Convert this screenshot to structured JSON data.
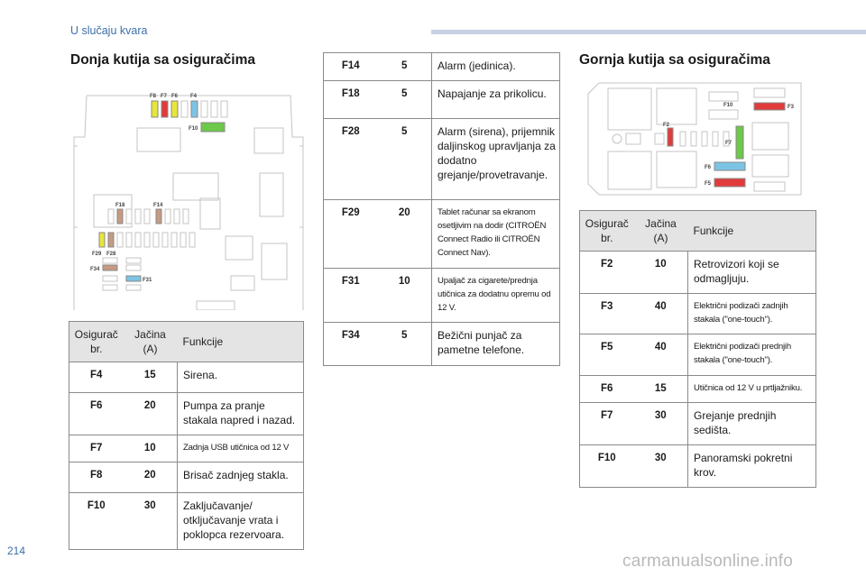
{
  "header": {
    "section": "U slučaju kvara"
  },
  "page": {
    "number": "214",
    "watermark": "carmanualsonline.info"
  },
  "lower_box": {
    "title": "Donja kutija sa osiguračima",
    "diagram_labels": {
      "f8": "F8",
      "f7": "F7",
      "f6": "F6",
      "f4": "F4",
      "f10": "F10",
      "f18": "F18",
      "f14": "F14",
      "f29": "F29",
      "f28": "F28",
      "f34": "F34",
      "f31": "F31"
    },
    "table_header": {
      "fuse": "Osigurač br.",
      "amp": "Jačina (A)",
      "func": "Funkcije"
    },
    "rows": [
      {
        "id": "F4",
        "amp": "15",
        "func": "Sirena."
      },
      {
        "id": "F6",
        "amp": "20",
        "func": "Pumpa za pranje stakala napred i nazad."
      },
      {
        "id": "F7",
        "amp": "10",
        "func": "Zadnja USB utičnica od 12 V"
      },
      {
        "id": "F8",
        "amp": "20",
        "func": "Brisač zadnjeg stakla."
      },
      {
        "id": "F10",
        "amp": "30",
        "func": "Zaključavanje/ otključavanje vrata i poklopca rezervoara."
      }
    ],
    "rows_cont": [
      {
        "id": "F14",
        "amp": "5",
        "func": "Alarm (jedinica)."
      },
      {
        "id": "F18",
        "amp": "5",
        "func": "Napajanje za prikolicu."
      },
      {
        "id": "F28",
        "amp": "5",
        "func": "Alarm (sirena), prijemnik daljinskog upravljanja za dodatno grejanje/provetravanje."
      },
      {
        "id": "F29",
        "amp": "20",
        "func": "Tablet računar sa ekranom osetljivim na dodir (CITROËN Connect Radio ili CITROËN Connect Nav)."
      },
      {
        "id": "F31",
        "amp": "10",
        "func": "Upaljač za cigarete/prednja utičnica za dodatnu opremu od 12 V."
      },
      {
        "id": "F34",
        "amp": "5",
        "func": "Bežični punjač za pametne telefone."
      }
    ]
  },
  "upper_box": {
    "title": "Gornja kutija sa osiguračima",
    "diagram_labels": {
      "f10": "F10",
      "f3": "F3",
      "f2": "F2",
      "f7": "F7",
      "f6": "F6",
      "f5": "F5"
    },
    "table_header": {
      "fuse": "Osigurač br.",
      "amp": "Jačina (A)",
      "func": "Funkcije"
    },
    "rows": [
      {
        "id": "F2",
        "amp": "10",
        "func": "Retrovizori koji se odmagljuju."
      },
      {
        "id": "F3",
        "amp": "40",
        "func": "Električni podizači zadnjih stakala (\"one-touch\")."
      },
      {
        "id": "F5",
        "amp": "40",
        "func": "Električni podizači prednjih stakala (\"one-touch\")."
      },
      {
        "id": "F6",
        "amp": "15",
        "func": "Utičnica od 12 V u prtljažniku."
      },
      {
        "id": "F7",
        "amp": "30",
        "func": "Grejanje prednjih sedišta."
      },
      {
        "id": "F10",
        "amp": "30",
        "func": "Panoramski pokretni krov."
      }
    ]
  },
  "colors": {
    "yellow": "#e8e63a",
    "red": "#e23b3b",
    "blue": "#7cc4e6",
    "green": "#6cc94a",
    "brown": "#c79a82",
    "accent": "#3d6fa8"
  }
}
